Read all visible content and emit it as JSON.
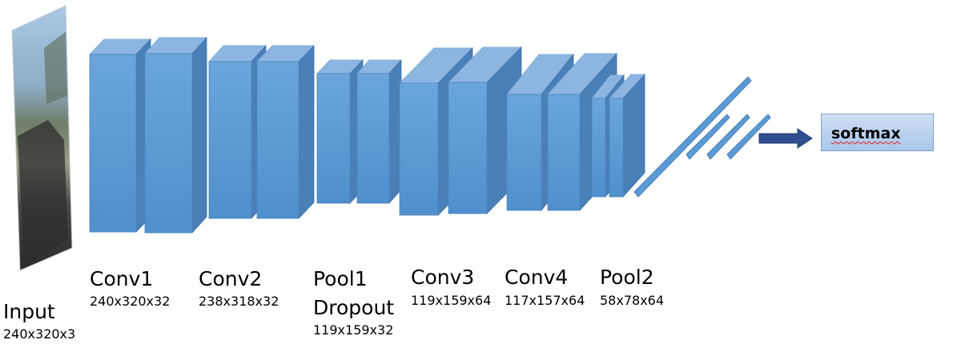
{
  "input": {
    "name": "Input",
    "dims": "240x320x3"
  },
  "layers": [
    {
      "name": "Conv1",
      "dims": "240x320x32"
    },
    {
      "name": "Conv2",
      "dims": "238x318x32"
    },
    {
      "name": "Pool1",
      "name2": "Dropout",
      "dims": "119x159x32"
    },
    {
      "name": "Conv3",
      "dims": "119x159x64"
    },
    {
      "name": "Conv4",
      "dims": "117x157x64"
    },
    {
      "name": "Pool2",
      "dims": "58x78x64"
    }
  ],
  "output": {
    "label": "softmax"
  },
  "colors": {
    "front": "#5b9bd5",
    "top": "#8db5e2",
    "side": "#4a80b8",
    "arrow": "#2f4f8f"
  }
}
